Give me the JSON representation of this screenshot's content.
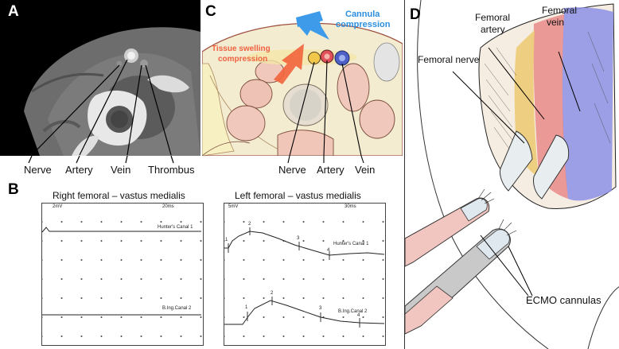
{
  "panels": {
    "a": {
      "label": "A",
      "annotations": [
        "Nerve",
        "Artery",
        "Vein",
        "Thrombus"
      ]
    },
    "b": {
      "label": "B",
      "right": {
        "title": "Right femoral – vastus medialis",
        "scale_v": "2mV",
        "scale_t": "20ms",
        "trace1": "Hunter's Canal  1",
        "trace2": "B.Ing.Canal  2"
      },
      "left": {
        "title": "Left femoral – vastus medialis",
        "scale_v": "5mV",
        "scale_t": "30ms",
        "trace1": "Hunter's Canal  1",
        "trace2": "B.Ing.Canal  2",
        "markers": [
          "1",
          "2",
          "3",
          "4"
        ]
      }
    },
    "c": {
      "label": "C",
      "cannula_compression": [
        "Cannula",
        "compression"
      ],
      "tissue_swelling": [
        "Tissue swelling",
        "compression"
      ],
      "annotations": [
        "Nerve",
        "Artery",
        "Vein"
      ]
    },
    "d": {
      "label": "D",
      "femoral_artery": [
        "Femoral",
        "artery"
      ],
      "femoral_vein": [
        "Femoral",
        "vein"
      ],
      "femoral_nerve": "Femoral nerve",
      "ecmo": "ECMO cannulas"
    }
  },
  "colors": {
    "cannula_arrow": "#3d9be9",
    "tissue_arrow": "#f2643c",
    "nerve": "#f2c84a",
    "artery": "#e0505a",
    "vein": "#4e5fc8",
    "label_blue": "#2b8fe0",
    "label_red": "#f06040"
  }
}
